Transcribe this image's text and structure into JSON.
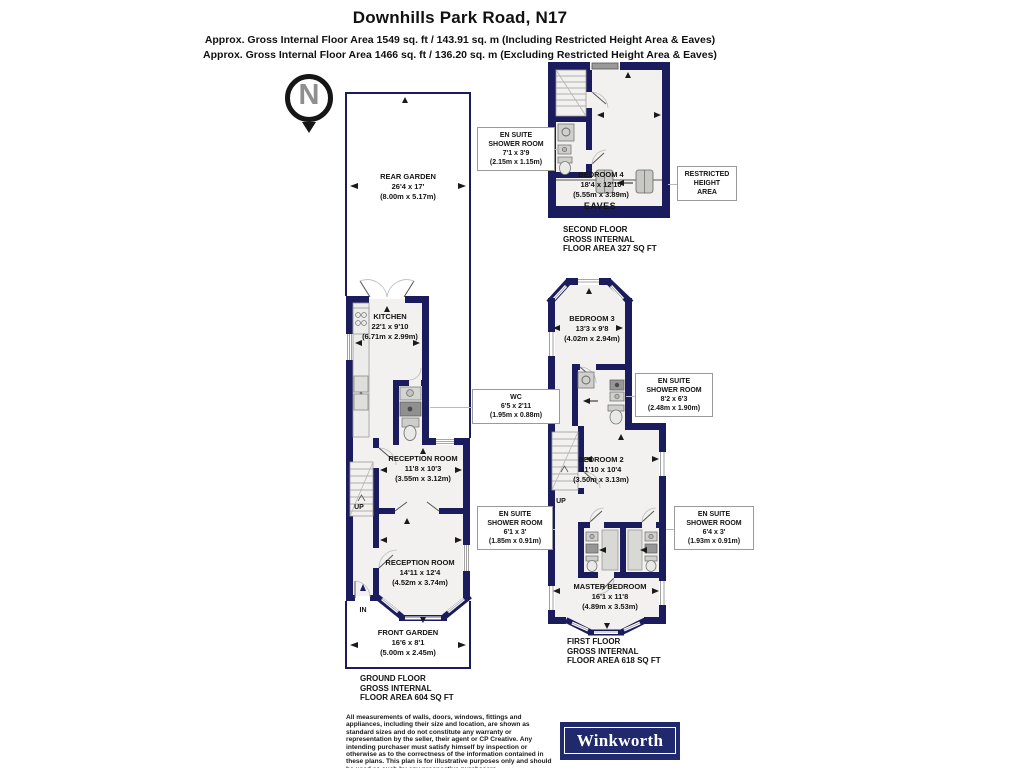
{
  "header": {
    "title": "Downhills Park Road, N17",
    "subtitle_including": "Approx. Gross Internal Floor Area 1549 sq. ft / 143.91 sq. m (Including Restricted Height Area & Eaves)",
    "subtitle_excluding": "Approx. Gross Internal Floor Area 1466 sq. ft / 136.20 sq. m (Excluding Restricted Height Area & Eaves)"
  },
  "north_indicator": {
    "label": "N"
  },
  "ground_floor": {
    "floor_label": {
      "line1": "GROUND FLOOR",
      "line2": "GROSS INTERNAL",
      "line3": "FLOOR AREA 604 SQ FT"
    },
    "rooms": {
      "rear_garden": {
        "name": "REAR GARDEN",
        "imperial": "26'4 x 17'",
        "metric": "(8.00m x 5.17m)"
      },
      "kitchen": {
        "name": "KITCHEN",
        "imperial": "22'1 x 9'10",
        "metric": "(6.71m x 2.99m)"
      },
      "wc": {
        "name": "WC",
        "imperial": "6'5 x 2'11",
        "metric": "(1.95m x 0.88m)"
      },
      "reception_room_rear": {
        "name": "RECEPTION ROOM",
        "imperial": "11'8 x 10'3",
        "metric": "(3.55m x 3.12m)"
      },
      "reception_room_front": {
        "name": "RECEPTION ROOM",
        "imperial": "14'11 x 12'4",
        "metric": "(4.52m x 3.74m)"
      },
      "front_garden": {
        "name": "FRONT GARDEN",
        "imperial": "16'6 x 8'1",
        "metric": "(5.00m x 2.45m)"
      }
    },
    "annotations": {
      "up": "UP",
      "in": "IN"
    }
  },
  "first_floor": {
    "floor_label": {
      "line1": "FIRST FLOOR",
      "line2": "GROSS INTERNAL",
      "line3": "FLOOR AREA 618 SQ FT"
    },
    "rooms": {
      "bedroom_3": {
        "name": "BEDROOM 3",
        "imperial": "13'3 x 9'8",
        "metric": "(4.02m x 2.94m)"
      },
      "bedroom_2": {
        "name": "BEDROOM 2",
        "imperial": "11'10 x 10'4",
        "metric": "(3.50m x 3.13m)"
      },
      "master_bedroom": {
        "name": "MASTER BEDROOM",
        "imperial": "16'1 x 11'8",
        "metric": "(4.89m x 3.53m)"
      },
      "en_suite_bedroom3": {
        "line1": "EN SUITE",
        "line2": "SHOWER ROOM",
        "imperial": "8'2 x 6'3",
        "metric": "(2.48m x 1.90m)"
      },
      "en_suite_left": {
        "line1": "EN SUITE",
        "line2": "SHOWER ROOM",
        "imperial": "6'1 x 3'",
        "metric": "(1.85m x 0.91m)"
      },
      "en_suite_right": {
        "line1": "EN SUITE",
        "line2": "SHOWER ROOM",
        "imperial": "6'4 x 3'",
        "metric": "(1.93m x 0.91m)"
      }
    },
    "annotations": {
      "up": "UP"
    }
  },
  "second_floor": {
    "floor_label": {
      "line1": "SECOND FLOOR",
      "line2": "GROSS INTERNAL",
      "line3": "FLOOR AREA 327 SQ FT"
    },
    "rooms": {
      "bedroom_4": {
        "name": "BEDROOM 4",
        "imperial": "18'4 x 12'10",
        "metric": "(5.55m x 3.89m)"
      },
      "en_suite": {
        "line1": "EN SUITE",
        "line2": "SHOWER ROOM",
        "imperial": "7'1 x 3'9",
        "metric": "(2.15m x 1.15m)"
      }
    },
    "annotations": {
      "eaves": "EAVES",
      "restricted": {
        "line1": "RESTRICTED",
        "line2": "HEIGHT",
        "line3": "AREA"
      }
    }
  },
  "footer": {
    "disclaimer": "All measurements of walls, doors, windows, fittings and appliances, including their size and location, are shown as standard sizes and do not constitute any warranty or representation by the seller, their agent or CP Creative. Any intending purchaser must satisfy himself by inspection or otherwise as to the correctness of the information contained in these plans. This plan is for illustrative purposes only and should be used as such by any prospective purchasers.",
    "brand": "Winkworth"
  },
  "colors": {
    "wall": "#1b1c5e",
    "fixture": "#cfcfcc",
    "brand_bg": "#20296b"
  }
}
